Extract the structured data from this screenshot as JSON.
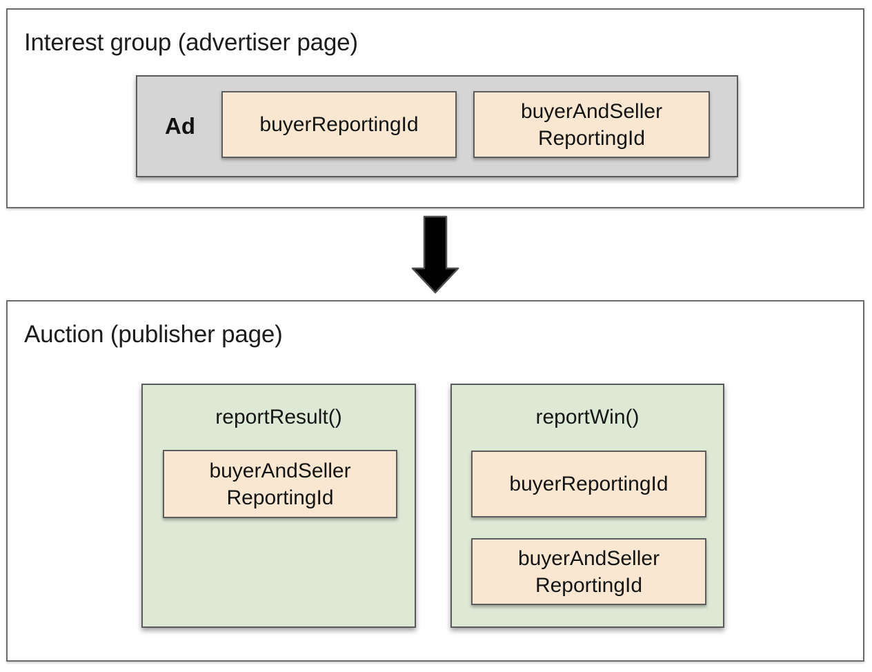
{
  "colors": {
    "panel_border": "#6b6b6b",
    "ad_box_fill": "#d5d5d5",
    "field_fill": "#f9e7d1",
    "function_fill": "#dde8d5",
    "inner_border": "#5c5c5c",
    "arrow_fill": "#000000",
    "text": "#1c1c1c"
  },
  "interest_group": {
    "title": "Interest group (advertiser page)",
    "ad": {
      "label": "Ad",
      "fields": [
        "buyerReportingId",
        "buyerAndSeller\nReportingId"
      ]
    }
  },
  "arrow": {
    "direction": "down"
  },
  "auction": {
    "title": "Auction (publisher page)",
    "functions": [
      {
        "name": "reportResult()",
        "fields": [
          "buyerAndSeller\nReportingId"
        ]
      },
      {
        "name": "reportWin()",
        "fields": [
          "buyerReportingId",
          "buyerAndSeller\nReportingId"
        ]
      }
    ]
  }
}
